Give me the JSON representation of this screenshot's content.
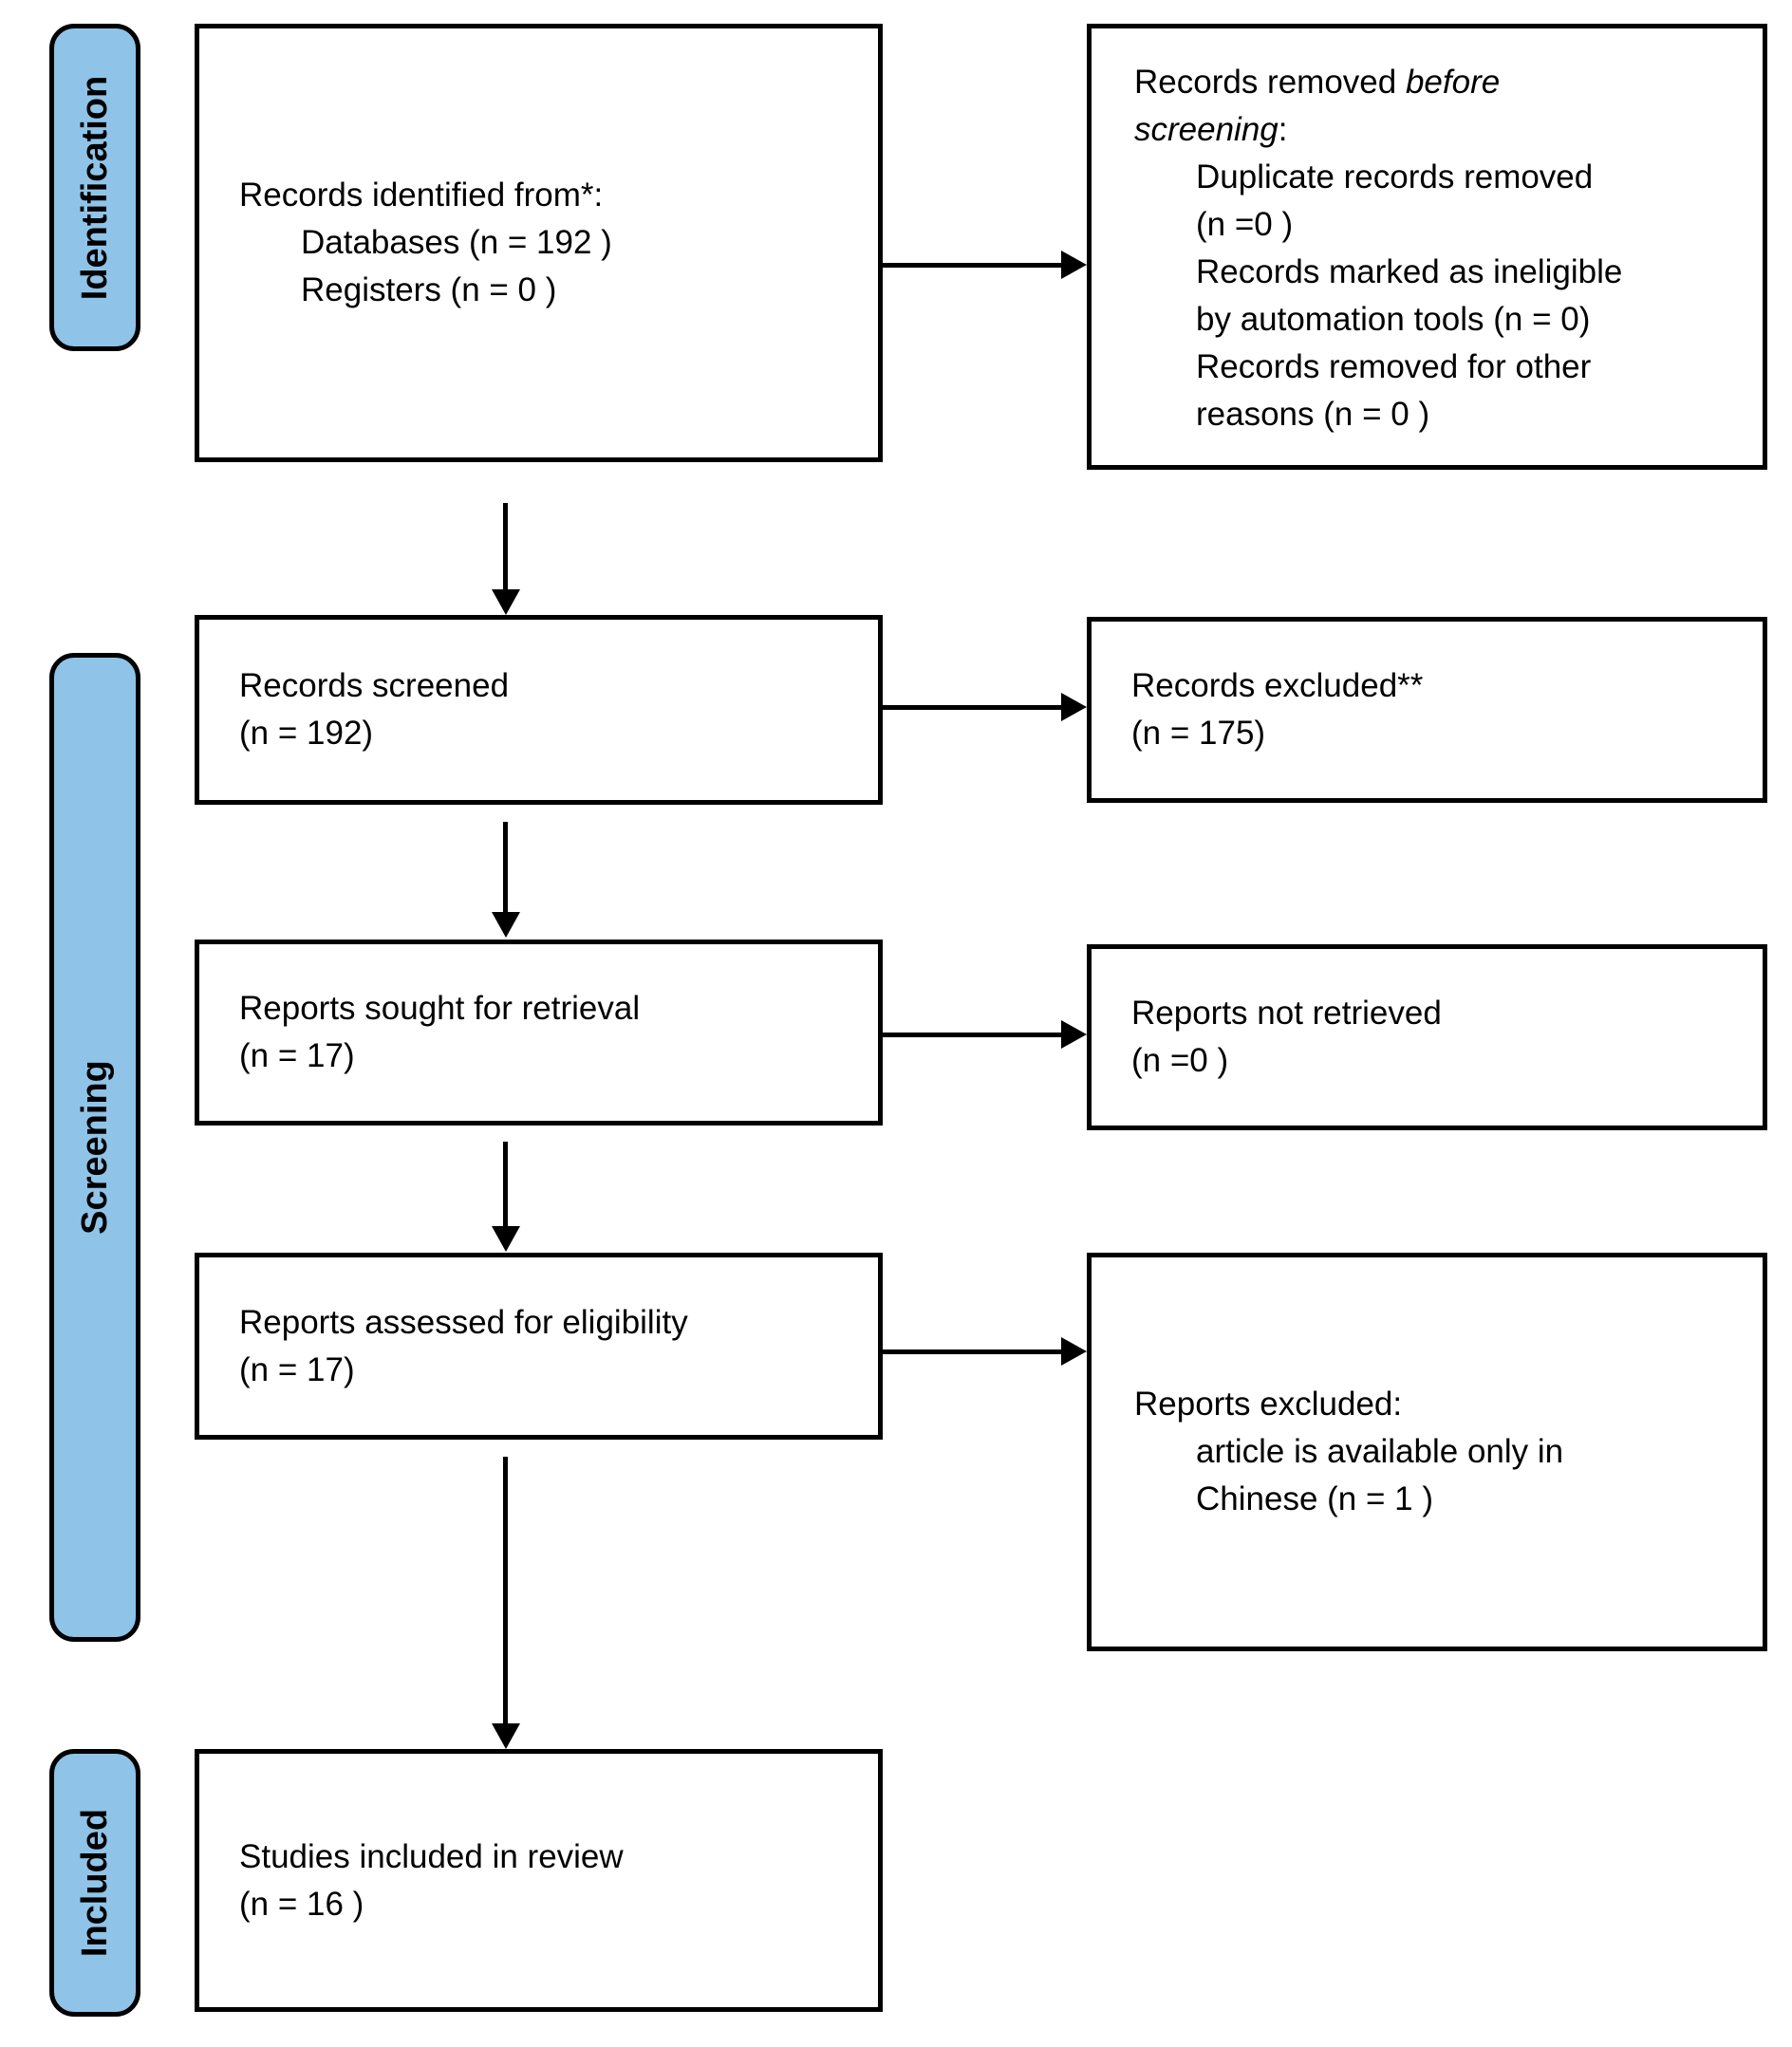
{
  "colors": {
    "stage_fill": "#8FC4E8",
    "line_color": "#000000",
    "box_background": "#FFFFFF"
  },
  "stages": {
    "identification": "Identification",
    "screening": "Screening",
    "included": "Included"
  },
  "boxes": {
    "identified": {
      "title": "Records identified from*:",
      "item_lines": [
        "Databases (n = 192 )",
        "Registers (n = 0 )"
      ]
    },
    "removed": {
      "title_prefix": "Records removed",
      "title_italic_line1": "before",
      "title_italic_line2": "screening",
      "title_suffix": ":",
      "item_lines": [
        "Duplicate records removed",
        "(n =0 )",
        "Records marked as ineligible",
        "by automation tools (n = 0)",
        "Records removed for other",
        "reasons (n = 0 )"
      ]
    },
    "screened": {
      "line1": "Records screened",
      "line2": "(n = 192)"
    },
    "records_excluded": {
      "line1": "Records excluded**",
      "line2": "(n = 175)"
    },
    "sought": {
      "line1": "Reports sought for retrieval",
      "line2": "(n = 17)"
    },
    "not_retrieved": {
      "line1": "Reports not retrieved",
      "line2": "(n =0 )"
    },
    "assessed": {
      "line1": "Reports assessed for eligibility",
      "line2": "(n = 17)"
    },
    "reports_excluded": {
      "title": "Reports excluded:",
      "item_lines": [
        "article is available only in",
        "Chinese (n = 1 )"
      ]
    },
    "included_review": {
      "line1": "Studies included in review",
      "line2": "(n = 16 )"
    }
  }
}
